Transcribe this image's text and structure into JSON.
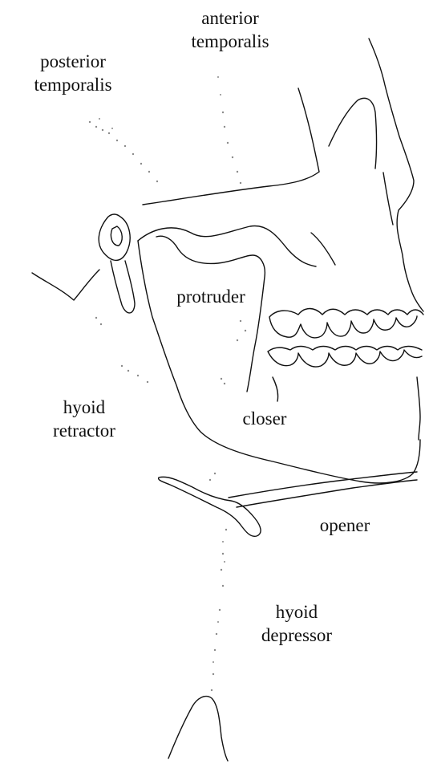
{
  "figure": {
    "colors": {
      "ink": "#111111",
      "stipple": "#8a8a8a",
      "background": "#ffffff"
    },
    "labels": {
      "anterior_temporalis": {
        "line1": "anterior",
        "line2": "temporalis"
      },
      "posterior_temporalis": {
        "line1": "posterior",
        "line2": "temporalis"
      },
      "protruder": "protruder",
      "hyoid_retractor": {
        "line1": "hyoid",
        "line2": "retractor"
      },
      "closer": "closer",
      "opener": "opener",
      "hyoid_depressor": {
        "line1": "hyoid",
        "line2": "depressor"
      }
    }
  }
}
